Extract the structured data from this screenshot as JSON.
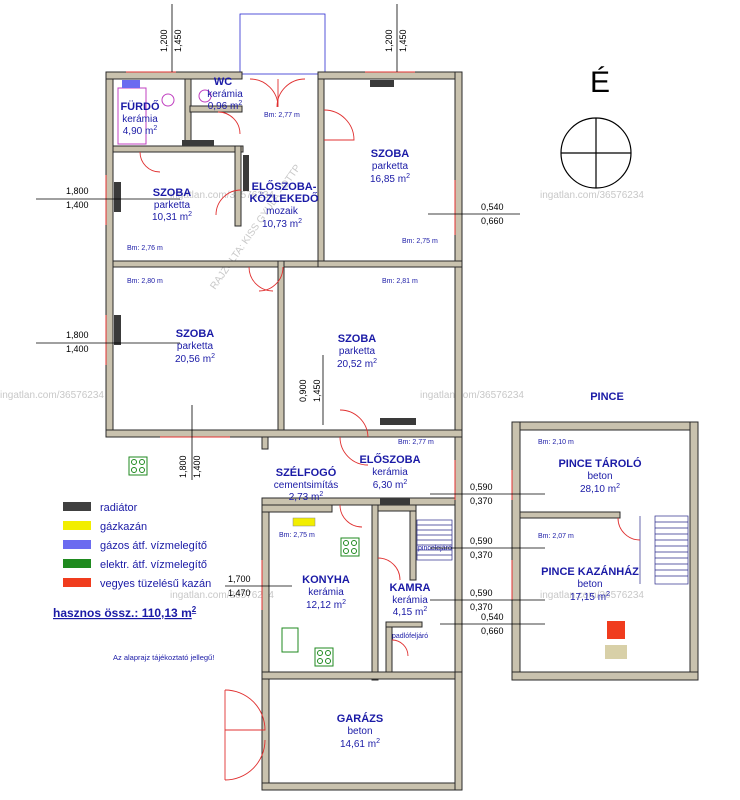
{
  "compass_label": "É",
  "pince_label": "PINCE",
  "rooms": [
    {
      "name": "FÜRDŐ",
      "floor": "kerámia",
      "area": "4,90 m",
      "bm": ""
    },
    {
      "name": "WC",
      "floor": "kerámia",
      "area": "0,96 m",
      "bm": ""
    },
    {
      "name": "SZOBA",
      "floor": "parketta",
      "area": "16,85 m",
      "bm": "Bm: 2,75 m"
    },
    {
      "name": "SZOBA",
      "floor": "parketta",
      "area": "10,31 m",
      "bm": "Bm: 2,76 m"
    },
    {
      "name": "ELŐSZOBA-",
      "name2": "KÖZLEKEDŐ",
      "floor": "mozaik",
      "area": "10,73 m",
      "bm": "Bm: 2,77 m"
    },
    {
      "name": "SZOBA",
      "floor": "parketta",
      "area": "20,56 m",
      "bm": "Bm: 2,80 m"
    },
    {
      "name": "SZOBA",
      "floor": "parketta",
      "area": "20,52 m",
      "bm": "Bm: 2,81 m"
    },
    {
      "name": "ELŐSZOBA",
      "floor": "kerámia",
      "area": "6,30 m",
      "bm": "Bm: 2,77 m"
    },
    {
      "name": "SZÉLFOGÓ",
      "floor": "cementsimítás",
      "area": "2,73 m",
      "bm": ""
    },
    {
      "name": "KONYHA",
      "floor": "kerámia",
      "area": "12,12 m",
      "bm": "Bm: 2,75 m"
    },
    {
      "name": "KAMRA",
      "floor": "kerámia",
      "area": "4,15 m",
      "bm": ""
    },
    {
      "name": "GARÁZS",
      "floor": "beton",
      "area": "14,61 m",
      "bm": ""
    },
    {
      "name": "PINCE TÁROLÓ",
      "floor": "beton",
      "area": "28,10 m",
      "bm": "Bm: 2,10 m"
    },
    {
      "name": "PINCE KAZÁNHÁZ",
      "floor": "beton",
      "area": "17,15 m",
      "bm": "Bm: 2,07 m"
    }
  ],
  "superscript": "2",
  "labels": {
    "pincelejaro": "pincelejáró",
    "padlofeljaro": "padlófeljáró"
  },
  "dimensions": {
    "d1200": "1,200",
    "d1450": "1,450",
    "d1800": "1,800",
    "d1400": "1,400",
    "d0540": "0,540",
    "d0660": "0,660",
    "d0900": "0,900",
    "d0590": "0,590",
    "d0370": "0,370",
    "d1700": "1,700",
    "d1470": "1,470"
  },
  "legend": [
    {
      "label": "radiátor",
      "color": "#404040"
    },
    {
      "label": "gázkazán",
      "color": "#f2ee00"
    },
    {
      "label": "gázos átf. vízmelegítő",
      "color": "#6b6bf0"
    },
    {
      "label": "elektr. átf. vízmelegítő",
      "color": "#1f8a1f"
    },
    {
      "label": "vegyes tüzelésű kazán",
      "color": "#f03c1e"
    }
  ],
  "total": {
    "text": "hasznos össz.: 110,13 m",
    "sup": "2"
  },
  "note": "Az alaprajz tájékoztató jellegű!",
  "watermarks": {
    "url": "ingatlan.com/36576234",
    "drawn": "RAJZOLTA: KISS GYULA - OTTP"
  }
}
